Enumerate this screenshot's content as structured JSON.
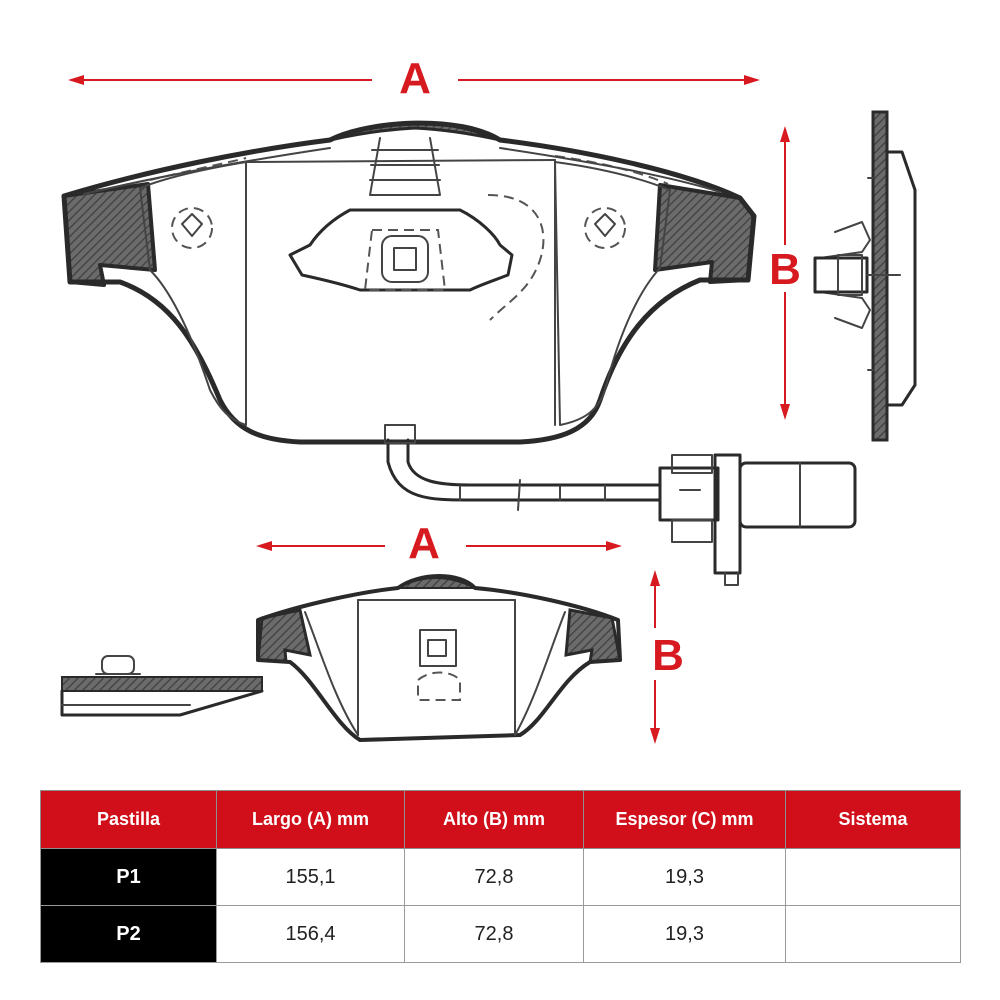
{
  "diagram": {
    "label_a_top": "A",
    "label_b_right": "B",
    "label_a_bottom": "A",
    "label_b_bottom": "B",
    "accent_color": "#d71920"
  },
  "table": {
    "header_color": "#d00f1a",
    "columns": [
      "Pastilla",
      "Largo (A) mm",
      "Alto (B) mm",
      "Espesor (C) mm",
      "Sistema"
    ],
    "rows": [
      [
        "P1",
        "155,1",
        "72,8",
        "19,3",
        ""
      ],
      [
        "P2",
        "156,4",
        "72,8",
        "19,3",
        ""
      ]
    ]
  }
}
